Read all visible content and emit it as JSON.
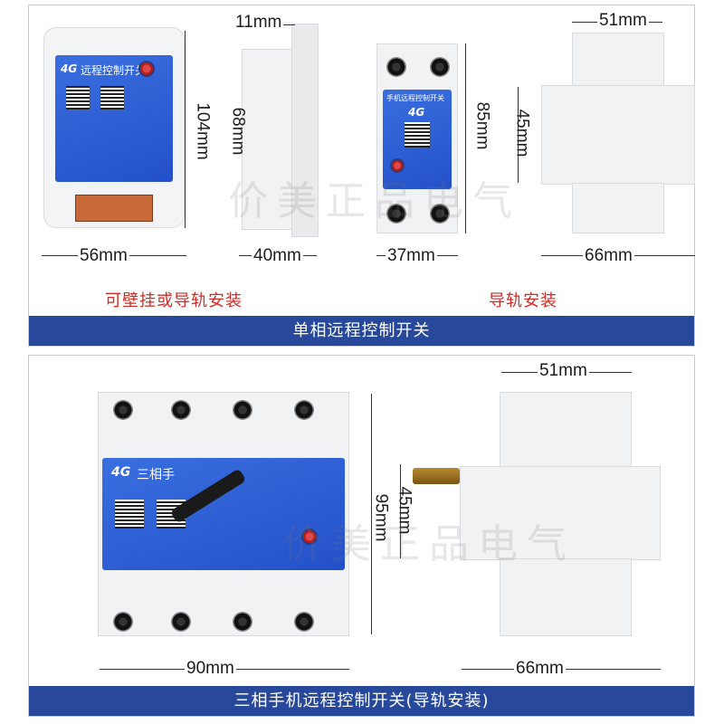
{
  "top_panel": {
    "banner": "单相远程控制开关",
    "note_left": "可壁挂或导轨安装",
    "note_right": "导轨安装",
    "wall_device": {
      "title": "远程控制开关",
      "badge": "4G",
      "dims": {
        "width": "56mm",
        "height": "104mm"
      }
    },
    "wall_side": {
      "dims": {
        "top": "11mm",
        "height": "68mm",
        "width": "40mm"
      }
    },
    "rail_device": {
      "title": "手机远程控制开关",
      "badge": "4G",
      "dims": {
        "width": "37mm",
        "height": "85mm"
      }
    },
    "rail_side": {
      "dims": {
        "top": "51mm",
        "height": "45mm",
        "width": "66mm"
      }
    }
  },
  "bottom_panel": {
    "banner": "三相手机远程控制开关(导轨安装)",
    "device": {
      "title": "三相手",
      "badge": "4G",
      "dims": {
        "width": "90mm",
        "height": "95mm"
      }
    },
    "side": {
      "dims": {
        "top": "51mm",
        "height": "45mm",
        "width": "66mm"
      }
    }
  },
  "watermark": "价美正品电气"
}
